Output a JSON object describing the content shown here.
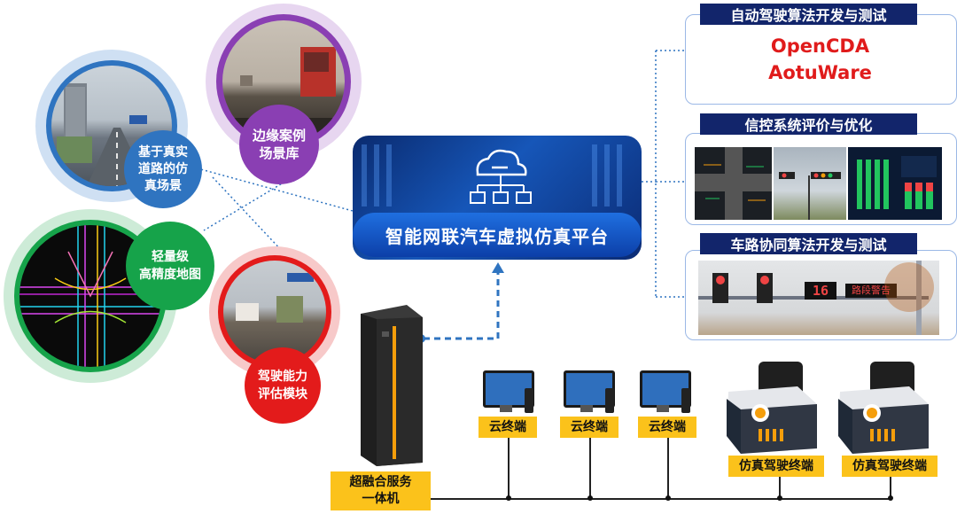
{
  "platform": {
    "label": "智能网联汽车虚拟仿真平台"
  },
  "circles": {
    "real_road": "基于真实\n道路的仿\n真场景",
    "edge_cases": "边缘案例\n场景库",
    "hd_map": "轻量级\n高精度地图",
    "driving_eval": "驾驶能力\n评估模块"
  },
  "panels": {
    "autodrive": {
      "title": "自动驾驶算法开发与测试",
      "line1": "OpenCDA",
      "line2": "AotuWare"
    },
    "signal": {
      "title": "信控系统评价与优化"
    },
    "v2x": {
      "title": "车路协同算法开发与测试",
      "sign_number": "16",
      "sign_text": "路段警告"
    }
  },
  "server": {
    "label": "超融合服务\n一体机"
  },
  "terminals": {
    "cloud": [
      "云终端",
      "云终端",
      "云终端"
    ],
    "sim": [
      "仿真驾驶终端",
      "仿真驾驶终端"
    ]
  },
  "colors": {
    "circle_blue": "#2f74c0",
    "circle_purple": "#8a3fb3",
    "circle_green": "#16a34a",
    "circle_red": "#e31b1b",
    "panel_title": "#12256b",
    "label_yellow": "#fbc21b",
    "connector": "#2f74c0"
  },
  "icons": {
    "cloud": "cloud-network-icon",
    "server": "server-rack-icon",
    "monitor": "desktop-monitor-icon",
    "simulator": "driving-simulator-icon"
  }
}
